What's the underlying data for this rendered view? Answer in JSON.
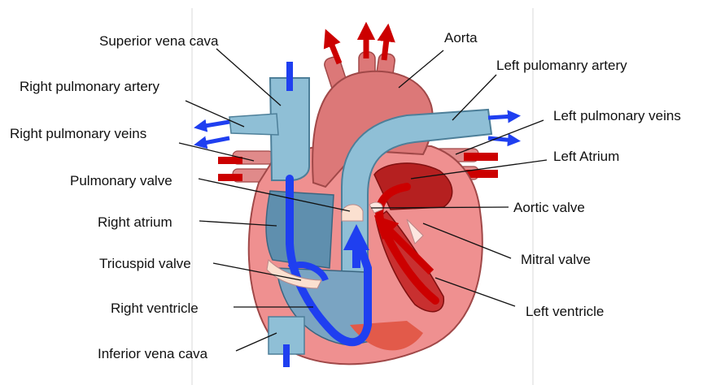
{
  "labels": {
    "superior_vena_cava": "Superior vena cava",
    "right_pulmonary_artery": "Right pulmonary artery",
    "right_pulmonary_veins": "Right pulmonary veins",
    "pulmonary_valve": "Pulmonary valve",
    "right_atrium": "Right atrium",
    "tricuspid_valve": "Tricuspid valve",
    "right_ventricle": "Right ventricle",
    "inferior_vena_cava": "Inferior vena cava",
    "aorta": "Aorta",
    "left_pulmonary_artery": "Left pulomanry artery",
    "left_pulmonary_veins": "Left pulmonary veins",
    "left_atrium": "Left Atrium",
    "aortic_valve": "Aortic valve",
    "mitral_valve": "Mitral valve",
    "left_ventricle": "Left ventricle"
  },
  "colors": {
    "deoxygenated_flow": "#1f3ff0",
    "oxygenated_flow": "#cc0000",
    "vein_tissue": "#8fbfd6",
    "heart_wall": "#ef9090",
    "aorta_tissue": "#dc7878",
    "inner_chamber": "#5f8fae"
  }
}
